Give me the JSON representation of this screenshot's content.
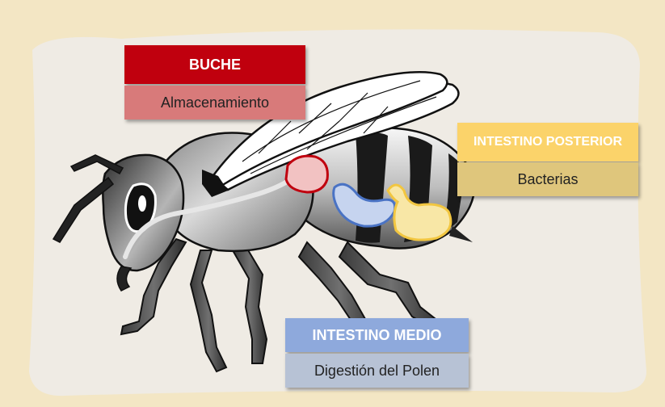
{
  "labels": {
    "buche": {
      "title": "BUCHE",
      "subtitle": "Almacenamiento",
      "title_color": "#c0000e",
      "subtitle_color": "#d87a7a"
    },
    "intestino_posterior": {
      "title": "INTESTINO POSTERIOR",
      "subtitle": "Bacterias",
      "title_color": "#fbd36a",
      "subtitle_color": "#dfc67c"
    },
    "intestino_medio": {
      "title": "INTESTINO MEDIO",
      "subtitle": "Digestión del Polen",
      "title_color": "#8ea9dc",
      "subtitle_color": "#b7c2d5"
    }
  },
  "organ_colors": {
    "crop": "#c0000e",
    "midgut": "#4a73c4",
    "hindgut": "#f2c640"
  },
  "background": {
    "page": "#f3e6c4",
    "panel": "#efebe4"
  },
  "icons": {
    "illustration": "honeybee-digestive-system"
  }
}
